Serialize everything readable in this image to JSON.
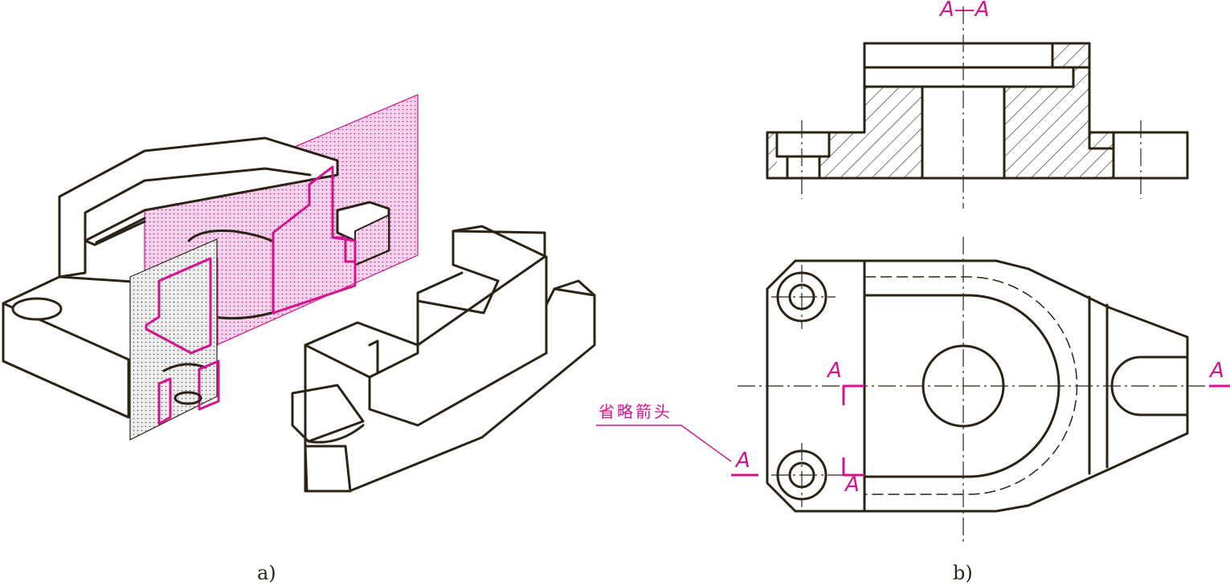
{
  "captions": {
    "a": "a)",
    "b": "b)"
  },
  "section": {
    "title": "A—A",
    "cut_label": "A",
    "note": "省略箭头"
  },
  "colors": {
    "ink": "#2b2416",
    "accent": "#d4148f",
    "plane_fill": "#f3c6e6",
    "dot_fill": "#e6e6e6"
  },
  "icons": [
    "cutting-plane-arrow",
    "hatching-pattern",
    "dotted-plane-pattern"
  ]
}
